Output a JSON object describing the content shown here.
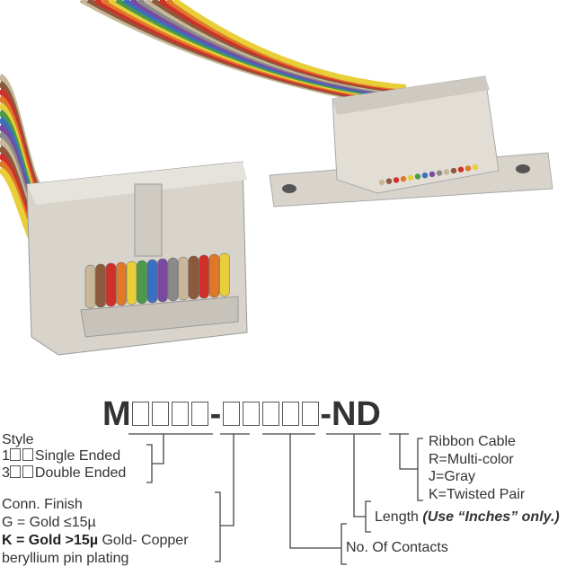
{
  "part_number": {
    "prefix": "M",
    "group1_boxes": 4,
    "separator1": "-",
    "group2_boxes": 5,
    "suffix": "-ND"
  },
  "style": {
    "heading": "Style",
    "single_prefix": "1",
    "single_label": "Single Ended",
    "double_prefix": "3",
    "double_label": "Double Ended"
  },
  "finish": {
    "heading": "Conn. Finish",
    "g_line": "G = Gold ≤15µ",
    "k_line_bold": "K = Gold >15µ",
    "k_line_rest": " Gold- Copper",
    "k_line2": "beryllium pin plating"
  },
  "contacts": {
    "label": "No. Of Contacts"
  },
  "length": {
    "label": "Length ",
    "note": "(Use “Inches” only.)"
  },
  "cable": {
    "heading": "Ribbon Cable",
    "r": "R=Multi-color",
    "j": "J=Gray",
    "k": "K=Twisted Pair"
  },
  "wire_colors": [
    "#c9b79a",
    "#8b5a3c",
    "#d0302a",
    "#e0782a",
    "#e8cf3a",
    "#4a9a4a",
    "#3b6fc0",
    "#7a4aa0",
    "#8a8a8a",
    "#eeeeee",
    "#222222"
  ]
}
